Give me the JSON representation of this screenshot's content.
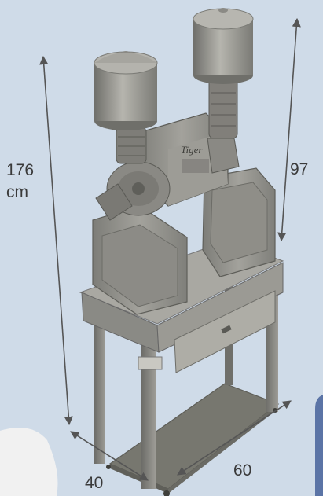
{
  "dimensions": {
    "height_total": {
      "value": "176",
      "unit": "cm"
    },
    "height_top": {
      "value": "97"
    },
    "width": {
      "value": "60"
    },
    "depth": {
      "value": "40"
    }
  },
  "machine": {
    "brand_plate": "Tiger"
  },
  "colors": {
    "background": "#cfdbe8",
    "arrow": "#555555",
    "machine_body": "#8e8e8a",
    "panel_accent": "#5b74a6"
  }
}
